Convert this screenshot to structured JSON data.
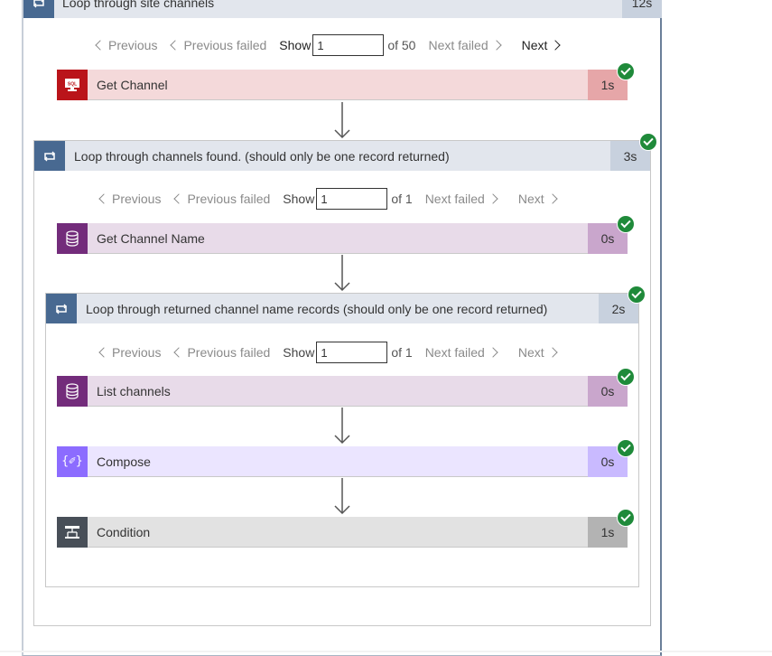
{
  "outer_loop": {
    "title": "Loop through site channels",
    "duration": "12s"
  },
  "pager1": {
    "prev": "Previous",
    "prev_failed": "Previous failed",
    "show": "Show",
    "value": "1",
    "of": "of 50",
    "next_failed": "Next failed",
    "next": "Next"
  },
  "get_channel": {
    "name": "Get Channel",
    "duration": "1s",
    "icon": "sql-icon",
    "color": "#ba141a"
  },
  "loop2": {
    "title": "Loop through channels found. (should only be one record returned)",
    "duration": "3s"
  },
  "pager2": {
    "prev": "Previous",
    "prev_failed": "Previous failed",
    "show": "Show",
    "value": "1",
    "of": "of 1",
    "next_failed": "Next failed",
    "next": "Next"
  },
  "get_channel_name": {
    "name": "Get Channel Name",
    "duration": "0s",
    "icon": "database-icon",
    "color": "#732c7b"
  },
  "loop3": {
    "title": "Loop through returned channel name records (should only be one record returned)",
    "duration": "2s"
  },
  "pager3": {
    "prev": "Previous",
    "prev_failed": "Previous failed",
    "show": "Show",
    "value": "1",
    "of": "of 1",
    "next_failed": "Next failed",
    "next": "Next"
  },
  "list_channels": {
    "name": "List channels",
    "duration": "0s",
    "icon": "database-icon",
    "color": "#732c7b"
  },
  "compose": {
    "name": "Compose",
    "duration": "0s",
    "icon": "compose-icon",
    "color": "#8c6cff"
  },
  "condition": {
    "name": "Condition",
    "duration": "1s",
    "icon": "condition-icon",
    "color": "#484f58"
  }
}
